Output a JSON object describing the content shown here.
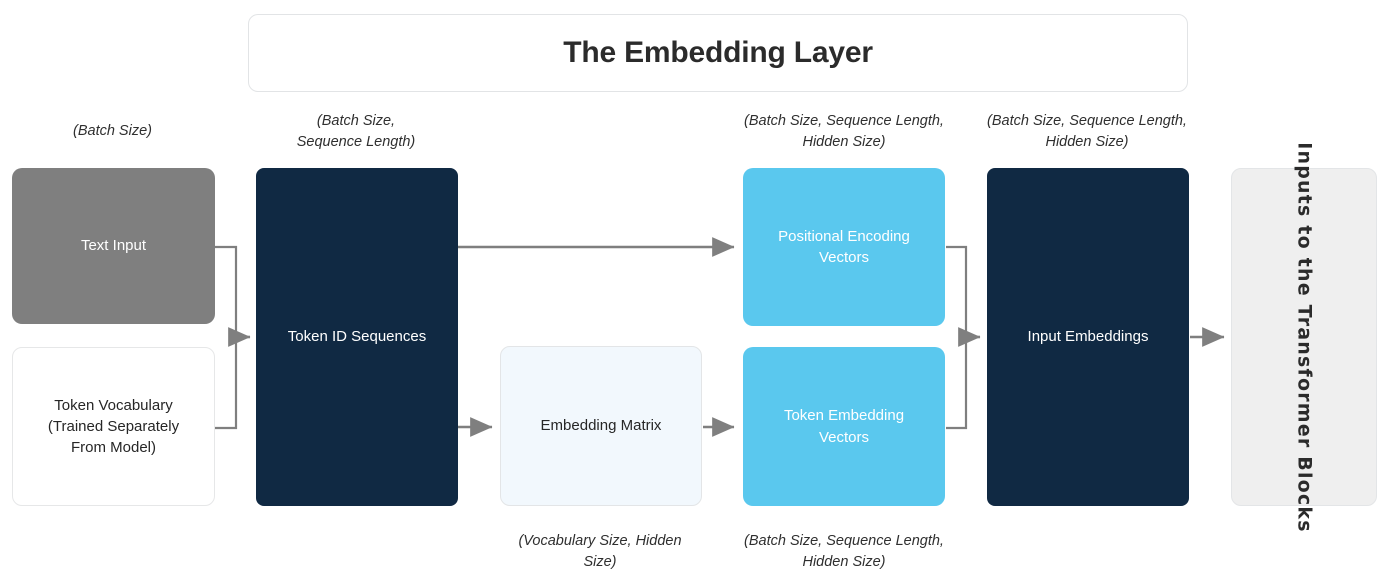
{
  "header": {
    "title": "The Embedding Layer"
  },
  "annotations": {
    "text_input_dim": "(Batch Size)",
    "token_id_dim_line1": "(Batch Size,",
    "token_id_dim_line2": "Sequence Length)",
    "positional_dim_line1": "(Batch Size, Sequence Length,",
    "positional_dim_line2": "Hidden Size)",
    "input_embeddings_dim_line1": "(Batch Size, Sequence Length,",
    "input_embeddings_dim_line2": "Hidden Size)",
    "embedding_matrix_dim_line1": "(Vocabulary Size, Hidden",
    "embedding_matrix_dim_line2": "Size)",
    "token_embedding_dim_line1": "(Batch Size, Sequence Length,",
    "token_embedding_dim_line2": "Hidden Size)"
  },
  "nodes": {
    "text_input": "Text Input",
    "token_vocabulary_line1": "Token Vocabulary",
    "token_vocabulary_line2": "(Trained Separately",
    "token_vocabulary_line3": "From Model)",
    "token_id_sequences": "Token ID Sequences",
    "embedding_matrix": "Embedding Matrix",
    "positional_encoding_line1": "Positional Encoding",
    "positional_encoding_line2": "Vectors",
    "token_embedding_line1": "Token Embedding",
    "token_embedding_line2": "Vectors",
    "input_embeddings": "Input Embeddings",
    "transformer_blocks": "Inputs to the Transformer Blocks"
  },
  "colors": {
    "navy": "#102943",
    "cyan": "#5ac8ee",
    "gray": "#7f7f7f",
    "light_gray": "#efefef",
    "palest_blue": "#f2f8fd",
    "connector": "#7f7f7f",
    "text_dark": "#262626"
  }
}
